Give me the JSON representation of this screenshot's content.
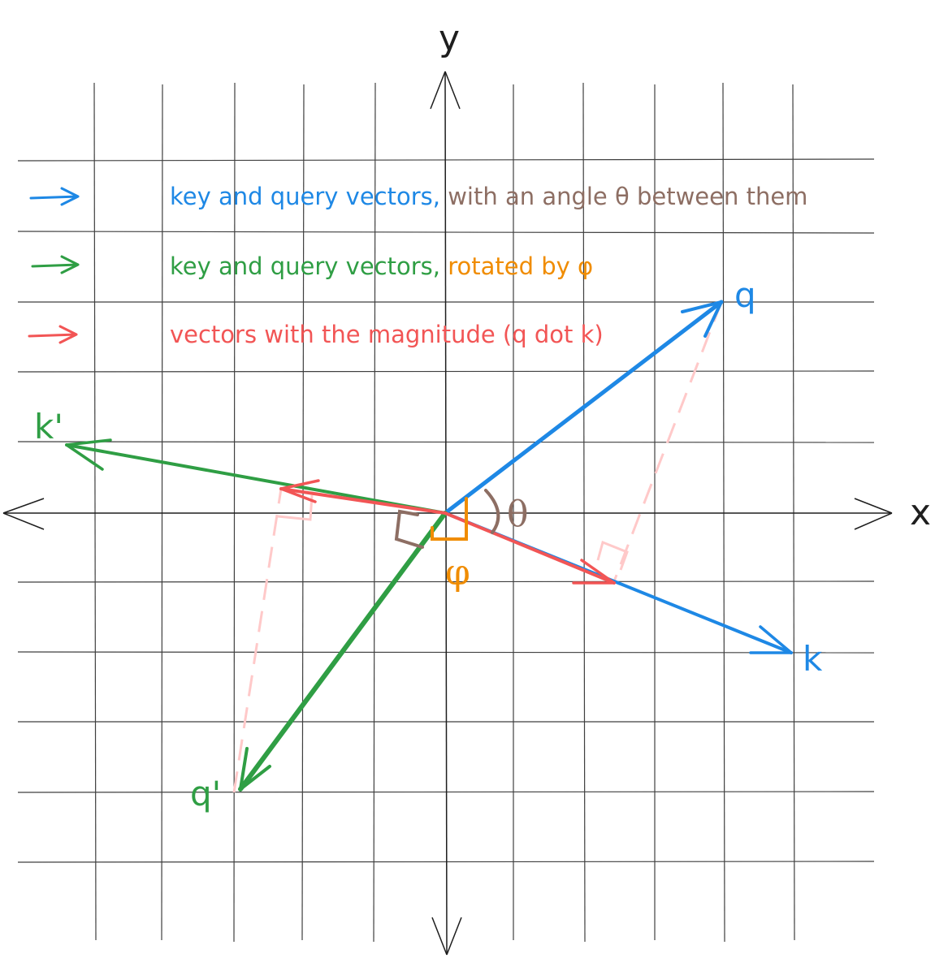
{
  "colors": {
    "blue": "#1e88e5",
    "green": "#2f9e44",
    "red": "#f25555",
    "brown": "#8d6e63",
    "orange": "#f08c00",
    "grid": "#1e1e1e",
    "projection": "#ffc9c9"
  },
  "axes": {
    "x_label": "x",
    "y_label": "y"
  },
  "legend": [
    {
      "arrow_color": "blue",
      "parts": [
        {
          "text": "key and query vectors, ",
          "color": "blue"
        },
        {
          "text": "with an angle θ between them",
          "color": "brown"
        }
      ]
    },
    {
      "arrow_color": "green",
      "parts": [
        {
          "text": "key and query vectors, ",
          "color": "green"
        },
        {
          "text": "rotated by φ",
          "color": "orange"
        }
      ]
    },
    {
      "arrow_color": "red",
      "parts": [
        {
          "text": "vectors with the magnitude (q dot k)",
          "color": "red"
        }
      ]
    }
  ],
  "vectors": {
    "q": {
      "label": "q",
      "color": "blue"
    },
    "k": {
      "label": "k",
      "color": "blue"
    },
    "q_rot": {
      "label": "q'",
      "color": "green"
    },
    "k_rot": {
      "label": "k'",
      "color": "green"
    }
  },
  "angles": {
    "theta": {
      "label": "θ",
      "color": "brown"
    },
    "phi": {
      "label": "φ",
      "color": "orange"
    }
  }
}
